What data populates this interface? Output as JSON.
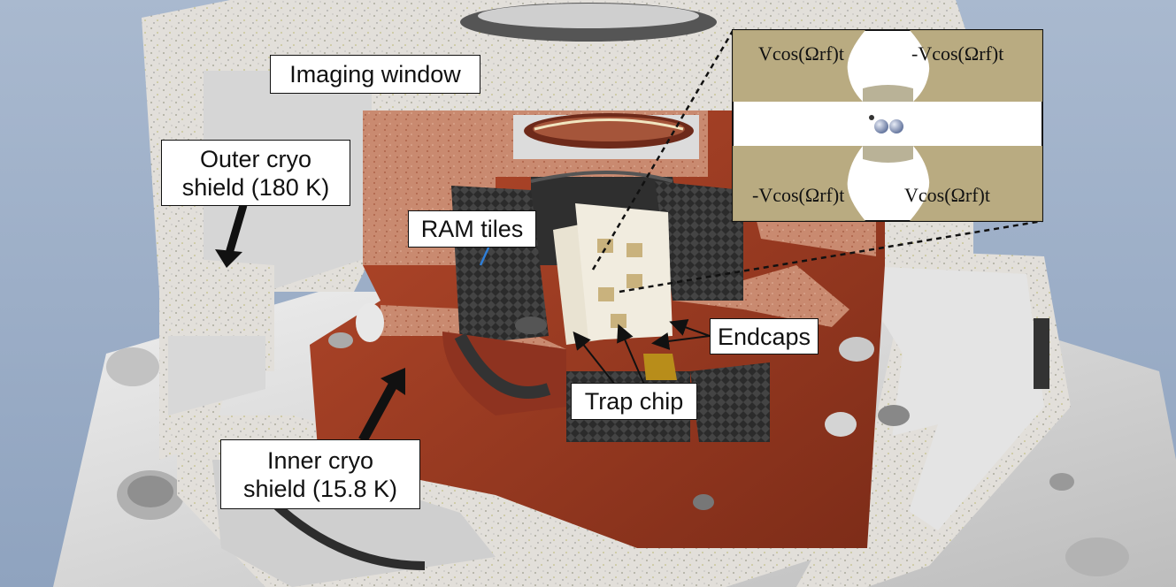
{
  "labels": {
    "imaging_window": "Imaging window",
    "outer_cryo_line1": "Outer cryo",
    "outer_cryo_line2": "shield (180 K)",
    "ram_tiles": "RAM tiles",
    "endcaps": "Endcaps",
    "trap_chip": "Trap chip",
    "inner_cryo_line1": "Inner cryo",
    "inner_cryo_line2": "shield (15.8 K)"
  },
  "inset": {
    "top_left": "Vcos(Ωrf)t",
    "top_right": "-Vcos(Ωrf)t",
    "bottom_left": "-Vcos(Ωrf)t",
    "bottom_right": "Vcos(Ωrf)t"
  },
  "colors": {
    "background": "#9fb1c9",
    "aluminum": "#dcdcdc",
    "copper": "#9c3a22",
    "electrode_gold": "#b5a77a",
    "absorber_tiles": "#2d2d2d"
  }
}
